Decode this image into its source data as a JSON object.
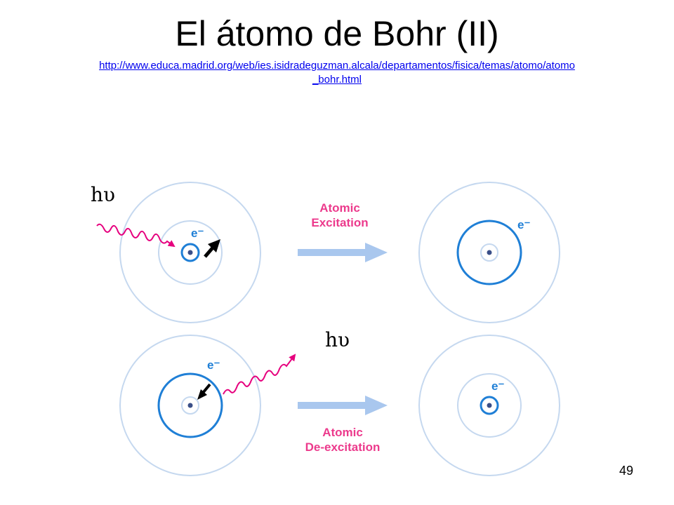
{
  "slide": {
    "title": "El átomo de Bohr (II)",
    "link_line1": "http://www.educa.madrid.org/web/ies.isidradeguzman.alcala/departamentos/fisica/temas/atomo/atomo",
    "link_line2": "_bohr.html",
    "page_number": "49"
  },
  "diagram": {
    "photon_label_top": "hυ",
    "photon_label_bottom": "hυ",
    "electron_label": "e⁻",
    "process_top_line1": "Atomic",
    "process_top_line2": "Excitation",
    "process_bottom_line1": "Atomic",
    "process_bottom_line2": "De-excitation"
  },
  "colors": {
    "orbit_light": "#c5d8ef",
    "orbit_active": "#1f7fd6",
    "photon": "#e6007e",
    "process_text": "#ec3a8c",
    "process_arrow": "#a9c7ee",
    "nucleus": "#3a4f88"
  }
}
